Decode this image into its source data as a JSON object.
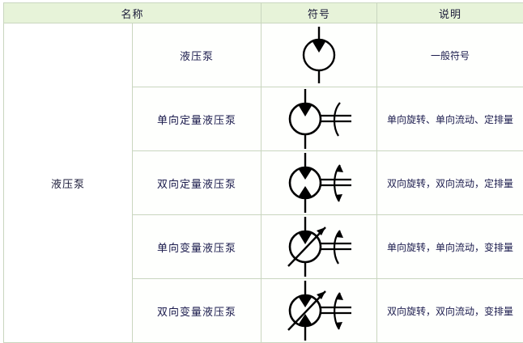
{
  "table": {
    "headers": {
      "group": "",
      "name": "名称",
      "symbol": "符号",
      "description": "说明"
    },
    "group_label": "液压泵",
    "rows": [
      {
        "name": "液压泵",
        "symbol_name": "hydraulic-pump-general-symbol",
        "description": "一般符号"
      },
      {
        "name": "单向定量液压泵",
        "symbol_name": "unidirectional-fixed-displacement-pump-symbol",
        "description": "单向旋转、单向流动、定排量"
      },
      {
        "name": "双向定量液压泵",
        "symbol_name": "bidirectional-fixed-displacement-pump-symbol",
        "description": "双向旋转，双向流动，定排量"
      },
      {
        "name": "单向变量液压泵",
        "symbol_name": "unidirectional-variable-displacement-pump-symbol",
        "description": "单向旋转，单向流动，变排量"
      },
      {
        "name": "双向变量液压泵",
        "symbol_name": "bidirectional-variable-displacement-pump-symbol",
        "description": "双向旋转，双向流动，变排量"
      }
    ]
  },
  "colors": {
    "header_background": "#e7f3d9",
    "border": "#c9d6bf",
    "text": "#1b1b4d",
    "symbol_stroke": "#000000",
    "page_background": "#ffffff"
  }
}
